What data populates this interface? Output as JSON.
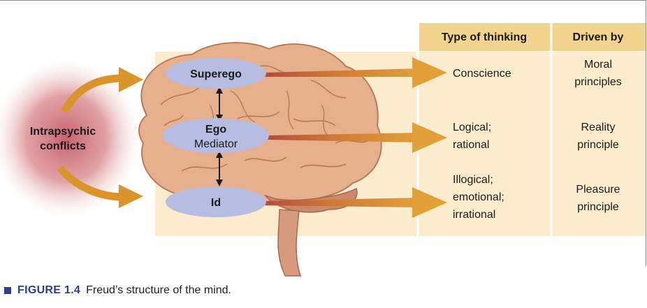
{
  "table": {
    "col_type_header": "Type of thinking",
    "col_driven_header": "Driven by",
    "rows": [
      {
        "structure": "Superego",
        "type_lines": [
          "Conscience"
        ],
        "driven_lines": [
          "Moral",
          "principles"
        ]
      },
      {
        "structure": "Ego",
        "structure_sub": "Mediator",
        "type_lines": [
          "Logical;",
          "rational"
        ],
        "driven_lines": [
          "Reality",
          "principle"
        ]
      },
      {
        "structure": "Id",
        "type_lines": [
          "Illogical;",
          "emotional;",
          "irrational"
        ],
        "driven_lines": [
          "Pleasure",
          "principle"
        ]
      }
    ]
  },
  "conflicts_label": [
    "Intrapsychic",
    "conflicts"
  ],
  "caption": {
    "figure_label": "FIGURE 1.4",
    "text": "Freud’s structure of the mind."
  },
  "colors": {
    "header_bg": "#f2d48e",
    "panel_bg": "#fbeccd",
    "arrow": "#d9952a",
    "oval": "#b7bde0",
    "brain": "#e7b08c",
    "conflict_glow": "#c45a66",
    "figure_label": "#2f3d93"
  }
}
